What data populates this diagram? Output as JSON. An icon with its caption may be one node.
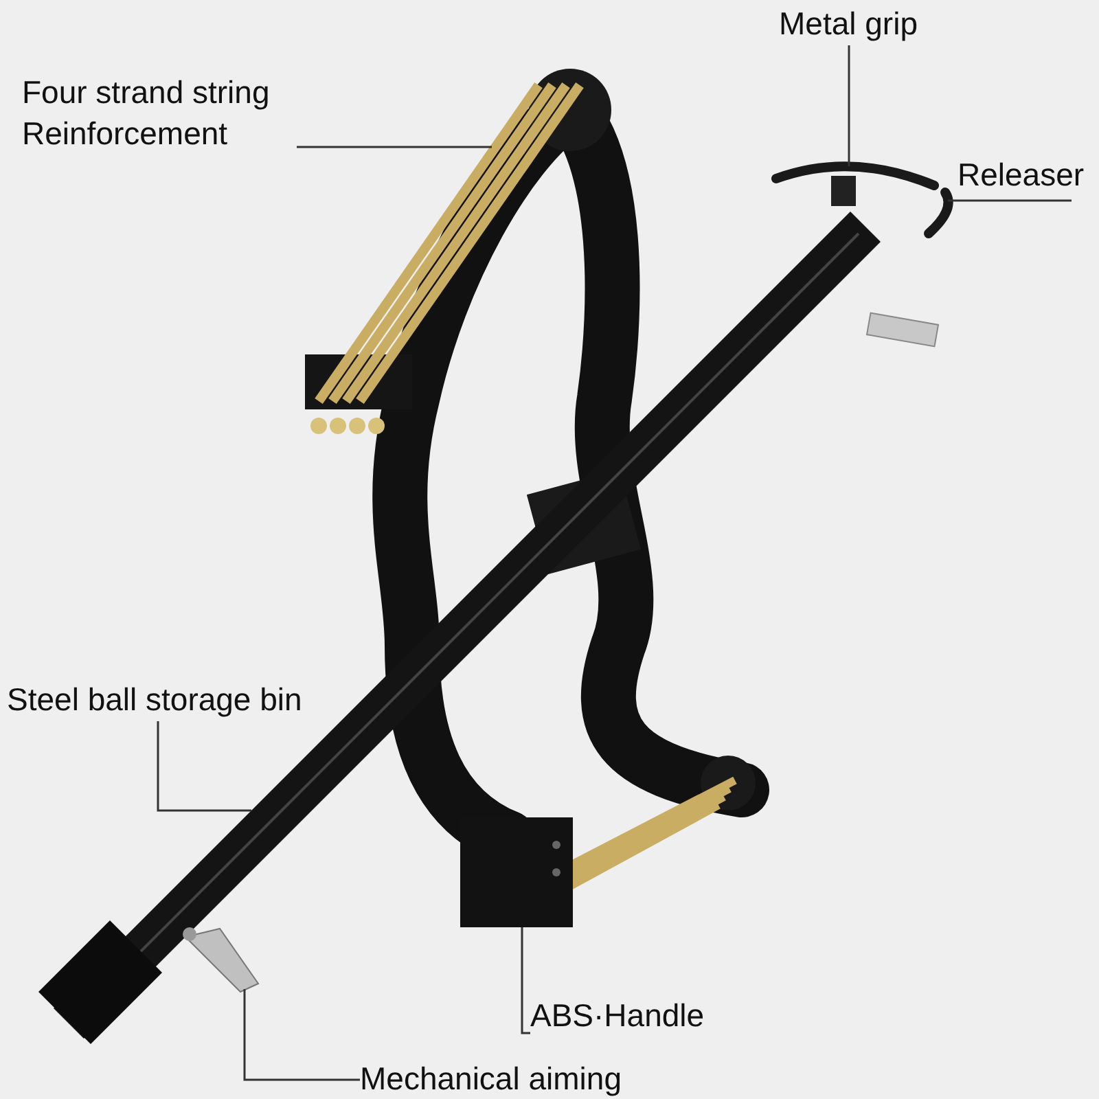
{
  "diagram": {
    "nodes": [
      {
        "text": [
          "Four strand string Reinforcement"
        ]
      },
      {
        "text": [
          "Metal grip"
        ]
      },
      {
        "text": [
          "Releaser"
        ]
      },
      {
        "text": [
          "Steel ball storage bin"
        ]
      },
      {
        "text": [
          "ABS·Handle"
        ]
      },
      {
        "text": [
          "Mechanical aiming"
        ]
      },
      {
        "text": [],
        "shape": "picture"
      },
      {
        "text": [],
        "shape": "picture"
      },
      {
        "text": [],
        "shape": "picture"
      },
      {
        "text": [],
        "shape": "picture"
      },
      {
        "text": [],
        "shape": "picture"
      },
      {
        "text": [],
        "shape": "picture"
      }
    ],
    "edges": [
      {
        "from": 0,
        "to": 6,
        "arrow": "none"
      },
      {
        "from": 1,
        "to": 7,
        "arrow": "none"
      },
      {
        "from": 2,
        "to": 8,
        "arrow": "none"
      },
      {
        "from": 3,
        "to": 9,
        "arrow": "none"
      },
      {
        "from": 4,
        "to": 10,
        "arrow": "none"
      },
      {
        "from": 5,
        "to": 11,
        "arrow": "none"
      }
    ]
  }
}
